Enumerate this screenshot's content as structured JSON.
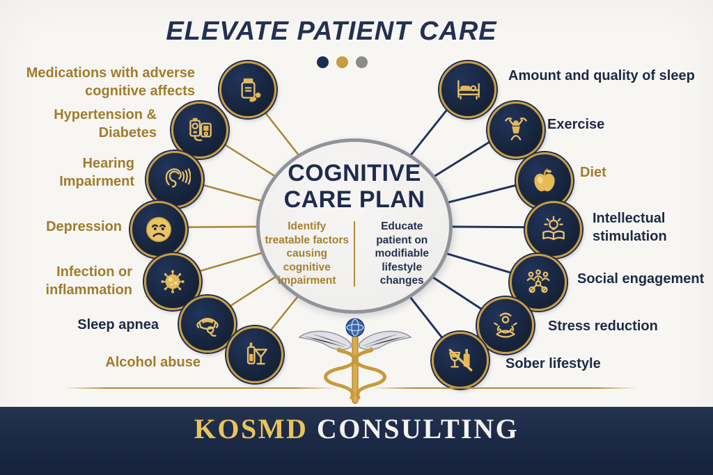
{
  "title": "ELEVATE PATIENT CARE",
  "dots": [
    {
      "name": "dot-navy",
      "color": "#1c2f52"
    },
    {
      "name": "dot-gold",
      "color": "#c79b3f"
    },
    {
      "name": "dot-gray",
      "color": "#8b8b8b"
    }
  ],
  "center": {
    "heading_line1": "COGNITIVE",
    "heading_line2": "CARE PLAN",
    "left_note": "Identify\ntreatable factors\ncausing\ncognitive\nimpairment",
    "right_note": "Educate\npatient on\nmodifiable\nlifestyle\nchanges"
  },
  "left_items": [
    {
      "label": "Medications with adverse\ncognitive affects",
      "icon": "pill-bottle-icon",
      "color": "gold"
    },
    {
      "label": "Hypertension &\nDiabetes",
      "icon": "glucose-monitor-icon",
      "color": "gold"
    },
    {
      "label": "Hearing\nImpairment",
      "icon": "ear-icon",
      "color": "gold"
    },
    {
      "label": "Depression",
      "icon": "sad-face-icon",
      "color": "gold"
    },
    {
      "label": "Infection or\ninflammation",
      "icon": "virus-icon",
      "color": "gold"
    },
    {
      "label": "Sleep apnea",
      "icon": "cpap-mask-icon",
      "color": "navy"
    },
    {
      "label": "Alcohol abuse",
      "icon": "alcohol-icon",
      "color": "gold"
    }
  ],
  "right_items": [
    {
      "label": "Amount and quality of sleep",
      "icon": "bed-icon",
      "color": "navy"
    },
    {
      "label": "Exercise",
      "icon": "exercise-icon",
      "color": "navy"
    },
    {
      "label": "Diet",
      "icon": "apple-icon",
      "color": "gold"
    },
    {
      "label": "Intellectual\nstimulation",
      "icon": "book-bulb-icon",
      "color": "navy"
    },
    {
      "label": "Social engagement",
      "icon": "social-network-icon",
      "color": "navy"
    },
    {
      "label": "Stress reduction",
      "icon": "meditation-icon",
      "color": "navy"
    },
    {
      "label": "Sober lifestyle",
      "icon": "no-alcohol-icon",
      "color": "navy"
    }
  ],
  "footer": {
    "brand": "KOSMD",
    "brand_suffix": "CONSULTING"
  },
  "colors": {
    "background": "#f8f6f3",
    "gold_text": "#a07c2c",
    "navy_text": "#1e2945",
    "node_fill": "#152238",
    "node_ring": "#c99d45",
    "line_gold": "#ab8435",
    "line_navy": "#22345c",
    "band": "#1c2a47",
    "brand_gold": "#e9c45c",
    "brand_white": "#f2f2f0"
  }
}
